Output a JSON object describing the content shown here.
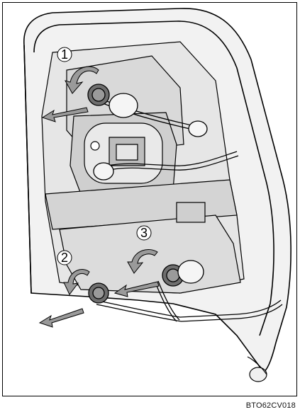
{
  "figure": {
    "callouts": [
      {
        "label": "1"
      },
      {
        "label": "2"
      },
      {
        "label": "3"
      }
    ],
    "code": "BTO62CV018",
    "colors": {
      "line": "#000000",
      "fill_light": "#e6e6e6",
      "fill_mid": "#bdbdbd",
      "fill_dark": "#6e6e6e",
      "arrow_fill": "#9a9a9a"
    }
  }
}
